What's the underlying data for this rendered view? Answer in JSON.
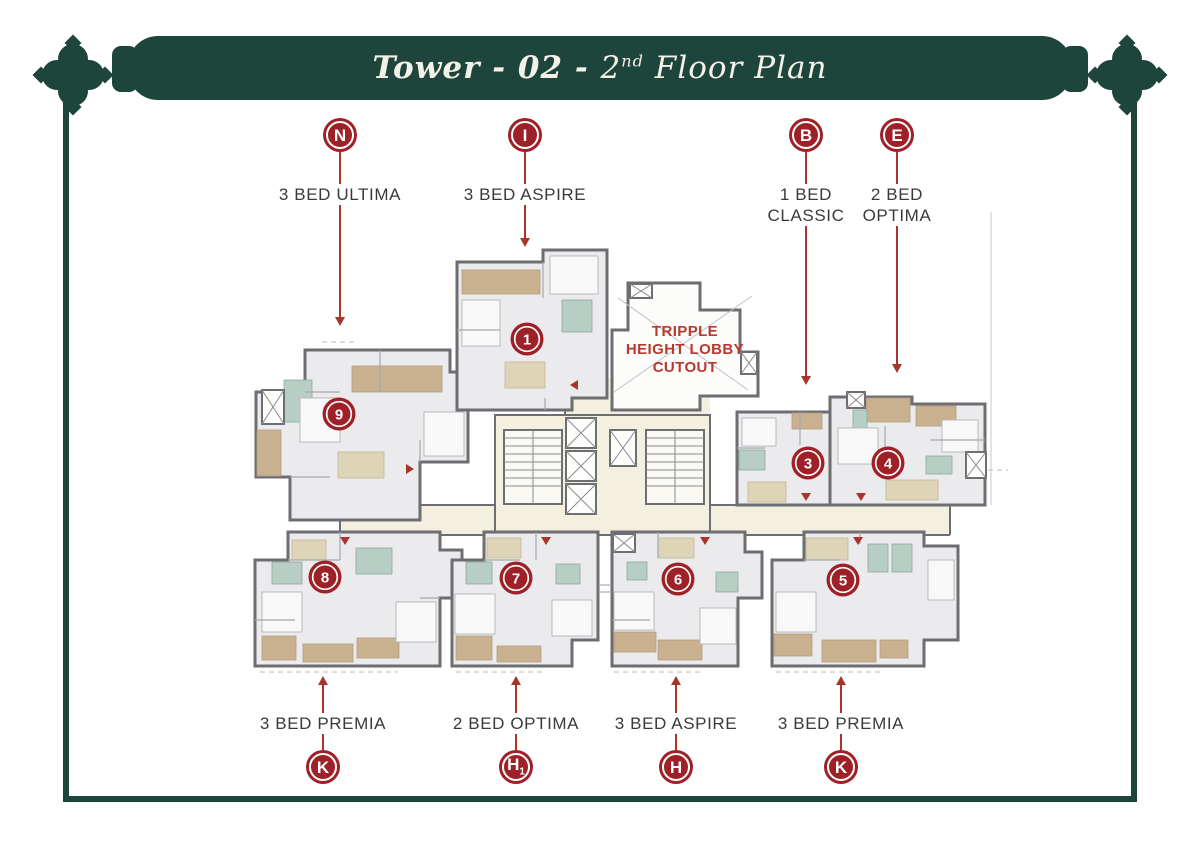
{
  "banner": {
    "title_prefix": "Tower - 02 - ",
    "title_num": "2",
    "title_sup": "nd",
    "title_suffix": " Floor Plan"
  },
  "callouts_top": [
    {
      "letter": "N",
      "line1": "3 BED ULTIMA",
      "line2": ""
    },
    {
      "letter": "I",
      "line1": "3 BED ASPIRE",
      "line2": ""
    },
    {
      "letter": "B",
      "line1": "1 BED",
      "line2": "CLASSIC"
    },
    {
      "letter": "E",
      "line1": "2 BED",
      "line2": "OPTIMA"
    }
  ],
  "callouts_bottom": [
    {
      "letter": "K",
      "sub": "",
      "line1": "3 BED PREMIA"
    },
    {
      "letter": "H",
      "sub": "1",
      "line1": "2 BED OPTIMA"
    },
    {
      "letter": "H",
      "sub": "",
      "line1": "3 BED ASPIRE"
    },
    {
      "letter": "K",
      "sub": "",
      "line1": "3 BED PREMIA"
    }
  ],
  "lobby": {
    "line1": "TRIPPLE",
    "line2": "HEIGHT LOBBY",
    "line3": "CUTOUT"
  },
  "units": [
    {
      "number": "1"
    },
    {
      "number": "9"
    },
    {
      "number": "3"
    },
    {
      "number": "4"
    },
    {
      "number": "8"
    },
    {
      "number": "7"
    },
    {
      "number": "6"
    },
    {
      "number": "5"
    }
  ],
  "colors": {
    "banner_green": "#1d453c",
    "badge_red": "#9e2127",
    "arrow_red": "#a8352c",
    "lobby_text_red": "#b8392f",
    "label_gray": "#3a3a3c",
    "wall_gray": "#6e6e72",
    "corridor_cream": "#f4f0df",
    "balcony_tan": "#c9b190",
    "bath_teal": "#b7cec4",
    "kitchen_beige": "#ded5b8",
    "title_cream": "#f4f1e9"
  }
}
